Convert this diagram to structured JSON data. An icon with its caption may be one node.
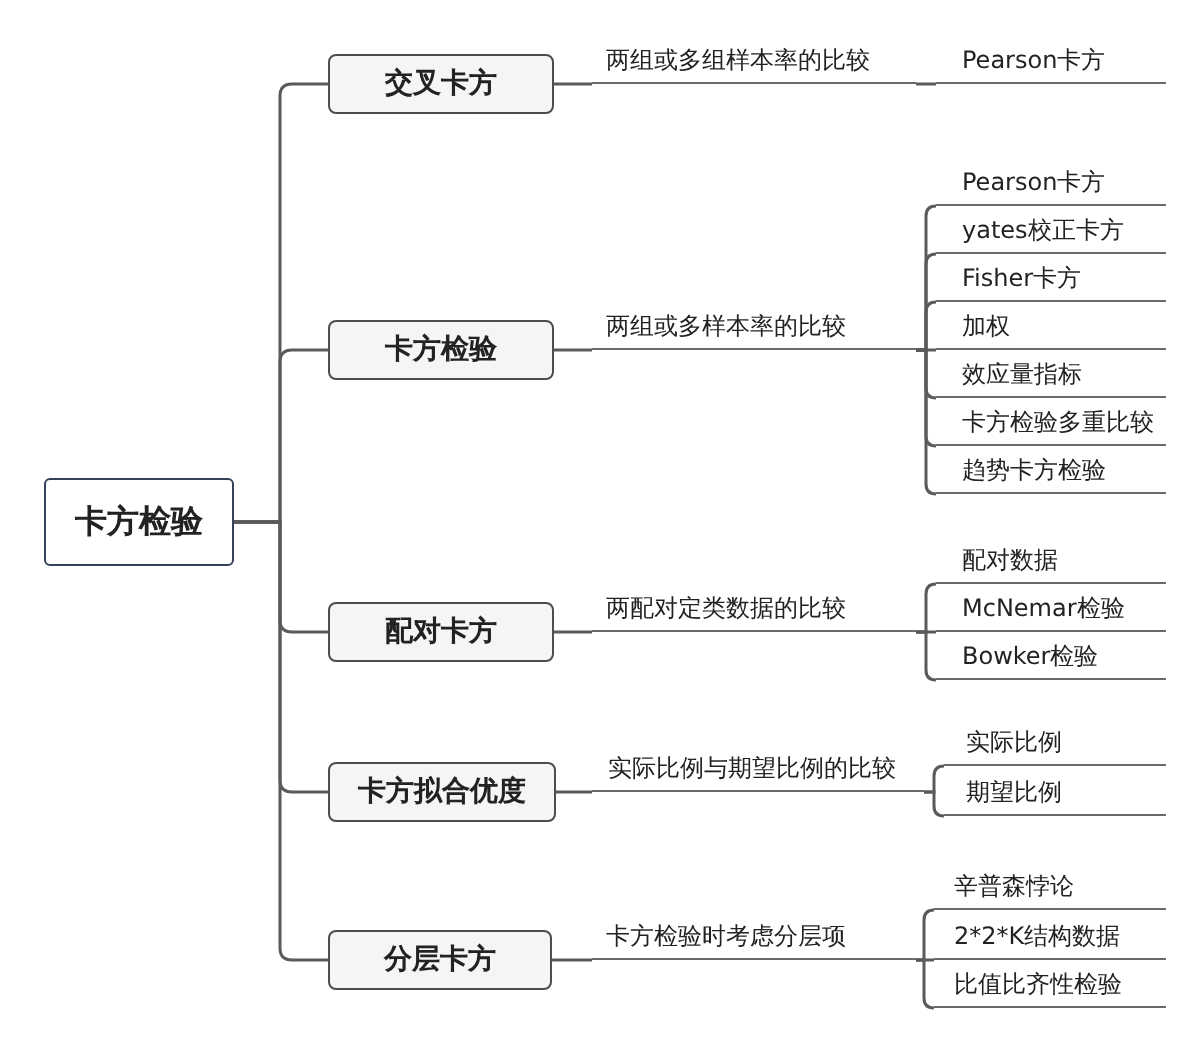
{
  "diagram": {
    "nodes": [
      {
        "text": [
          "卡方检验"
        ]
      },
      {
        "text": [
          "交叉卡方"
        ]
      },
      {
        "text": [
          "两组或多组样本率的比较"
        ]
      },
      {
        "text": [
          "Pearson卡方"
        ]
      },
      {
        "text": [
          "卡方检验"
        ]
      },
      {
        "text": [
          "两组或多样本率的比较"
        ]
      },
      {
        "text": [
          "Pearson卡方"
        ]
      },
      {
        "text": [
          "yates校正卡方"
        ]
      },
      {
        "text": [
          "Fisher卡方"
        ]
      },
      {
        "text": [
          "加权"
        ]
      },
      {
        "text": [
          "效应量指标"
        ]
      },
      {
        "text": [
          "卡方检验多重比较"
        ]
      },
      {
        "text": [
          "趋势卡方检验"
        ]
      },
      {
        "text": [
          "配对卡方"
        ]
      },
      {
        "text": [
          "两配对定类数据的比较"
        ]
      },
      {
        "text": [
          "配对数据"
        ]
      },
      {
        "text": [
          "McNemar检验"
        ]
      },
      {
        "text": [
          "Bowker检验"
        ]
      },
      {
        "text": [
          "卡方拟合优度"
        ]
      },
      {
        "text": [
          "实际比例与期望比例的比较"
        ]
      },
      {
        "text": [
          "实际比例"
        ]
      },
      {
        "text": [
          "期望比例"
        ]
      },
      {
        "text": [
          "分层卡方"
        ]
      },
      {
        "text": [
          "卡方检验时考虑分层项"
        ]
      },
      {
        "text": [
          "辛普森悖论"
        ]
      },
      {
        "text": [
          "2*2*K结构数据"
        ]
      },
      {
        "text": [
          "比值比齐性检验"
        ]
      }
    ],
    "edges": [
      {
        "from": 0,
        "to": 1,
        "arrow": "none"
      },
      {
        "from": 0,
        "to": 4,
        "arrow": "none"
      },
      {
        "from": 0,
        "to": 13,
        "arrow": "none"
      },
      {
        "from": 0,
        "to": 18,
        "arrow": "none"
      },
      {
        "from": 0,
        "to": 22,
        "arrow": "none"
      },
      {
        "from": 1,
        "to": 2,
        "arrow": "none"
      },
      {
        "from": 2,
        "to": 3,
        "arrow": "none"
      },
      {
        "from": 4,
        "to": 5,
        "arrow": "none"
      },
      {
        "from": 5,
        "to": 6,
        "arrow": "none"
      },
      {
        "from": 5,
        "to": 7,
        "arrow": "none"
      },
      {
        "from": 5,
        "to": 8,
        "arrow": "none"
      },
      {
        "from": 5,
        "to": 9,
        "arrow": "none"
      },
      {
        "from": 5,
        "to": 10,
        "arrow": "none"
      },
      {
        "from": 5,
        "to": 11,
        "arrow": "none"
      },
      {
        "from": 5,
        "to": 12,
        "arrow": "none"
      },
      {
        "from": 13,
        "to": 14,
        "arrow": "none"
      },
      {
        "from": 14,
        "to": 15,
        "arrow": "none"
      },
      {
        "from": 14,
        "to": 16,
        "arrow": "none"
      },
      {
        "from": 14,
        "to": 17,
        "arrow": "none"
      },
      {
        "from": 18,
        "to": 19,
        "arrow": "none"
      },
      {
        "from": 19,
        "to": 20,
        "arrow": "none"
      },
      {
        "from": 19,
        "to": 21,
        "arrow": "none"
      },
      {
        "from": 22,
        "to": 23,
        "arrow": "none"
      },
      {
        "from": 23,
        "to": 24,
        "arrow": "none"
      },
      {
        "from": 23,
        "to": 25,
        "arrow": "none"
      },
      {
        "from": 23,
        "to": 26,
        "arrow": "none"
      }
    ]
  }
}
